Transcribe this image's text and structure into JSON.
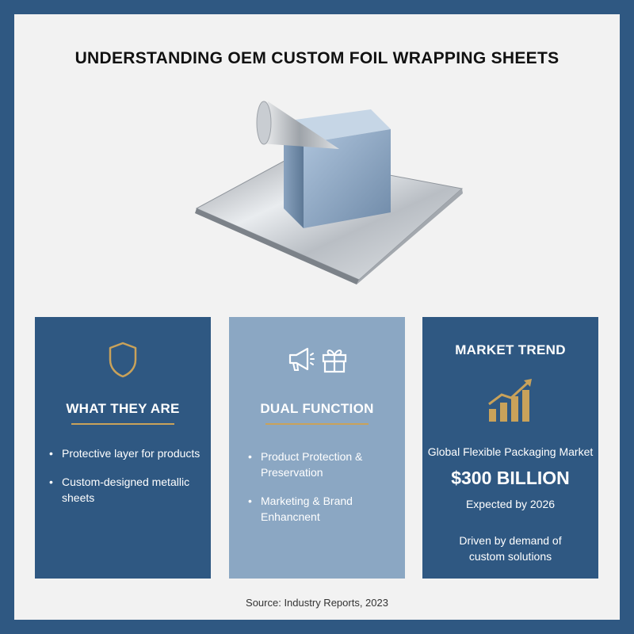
{
  "title": "UNDERSTANDING OEM CUSTOM FOIL WRAPPING SHEETS",
  "image": {
    "subject": "foil-sheet-with-cube-and-cone"
  },
  "panels": [
    {
      "heading": "WHAT THEY ARE",
      "icon": "shield-icon",
      "bullets": [
        "Protective layer for products",
        "Custom-designed metallic sheets"
      ]
    },
    {
      "heading": "DUAL FUNCTION",
      "icons": [
        "megaphone-icon",
        "gift-icon"
      ],
      "bullets": [
        "Product Protection & Preservation",
        "Marketing & Brand Enhancnent"
      ]
    },
    {
      "heading": "MARKET TREND",
      "icon": "growth-chart-icon",
      "market_label": "Global Flexible Packaging Market",
      "value": "$300 BILLION",
      "expected": "Expected by 2026",
      "driver": "Driven by demand of custom solutions"
    }
  ],
  "source": "Source: Industry Reports, 2023",
  "colors": {
    "navy": "#2f5882",
    "steel_blue": "#8ba7c3",
    "gold": "#c9a25a",
    "background": "#f2f2f2"
  }
}
